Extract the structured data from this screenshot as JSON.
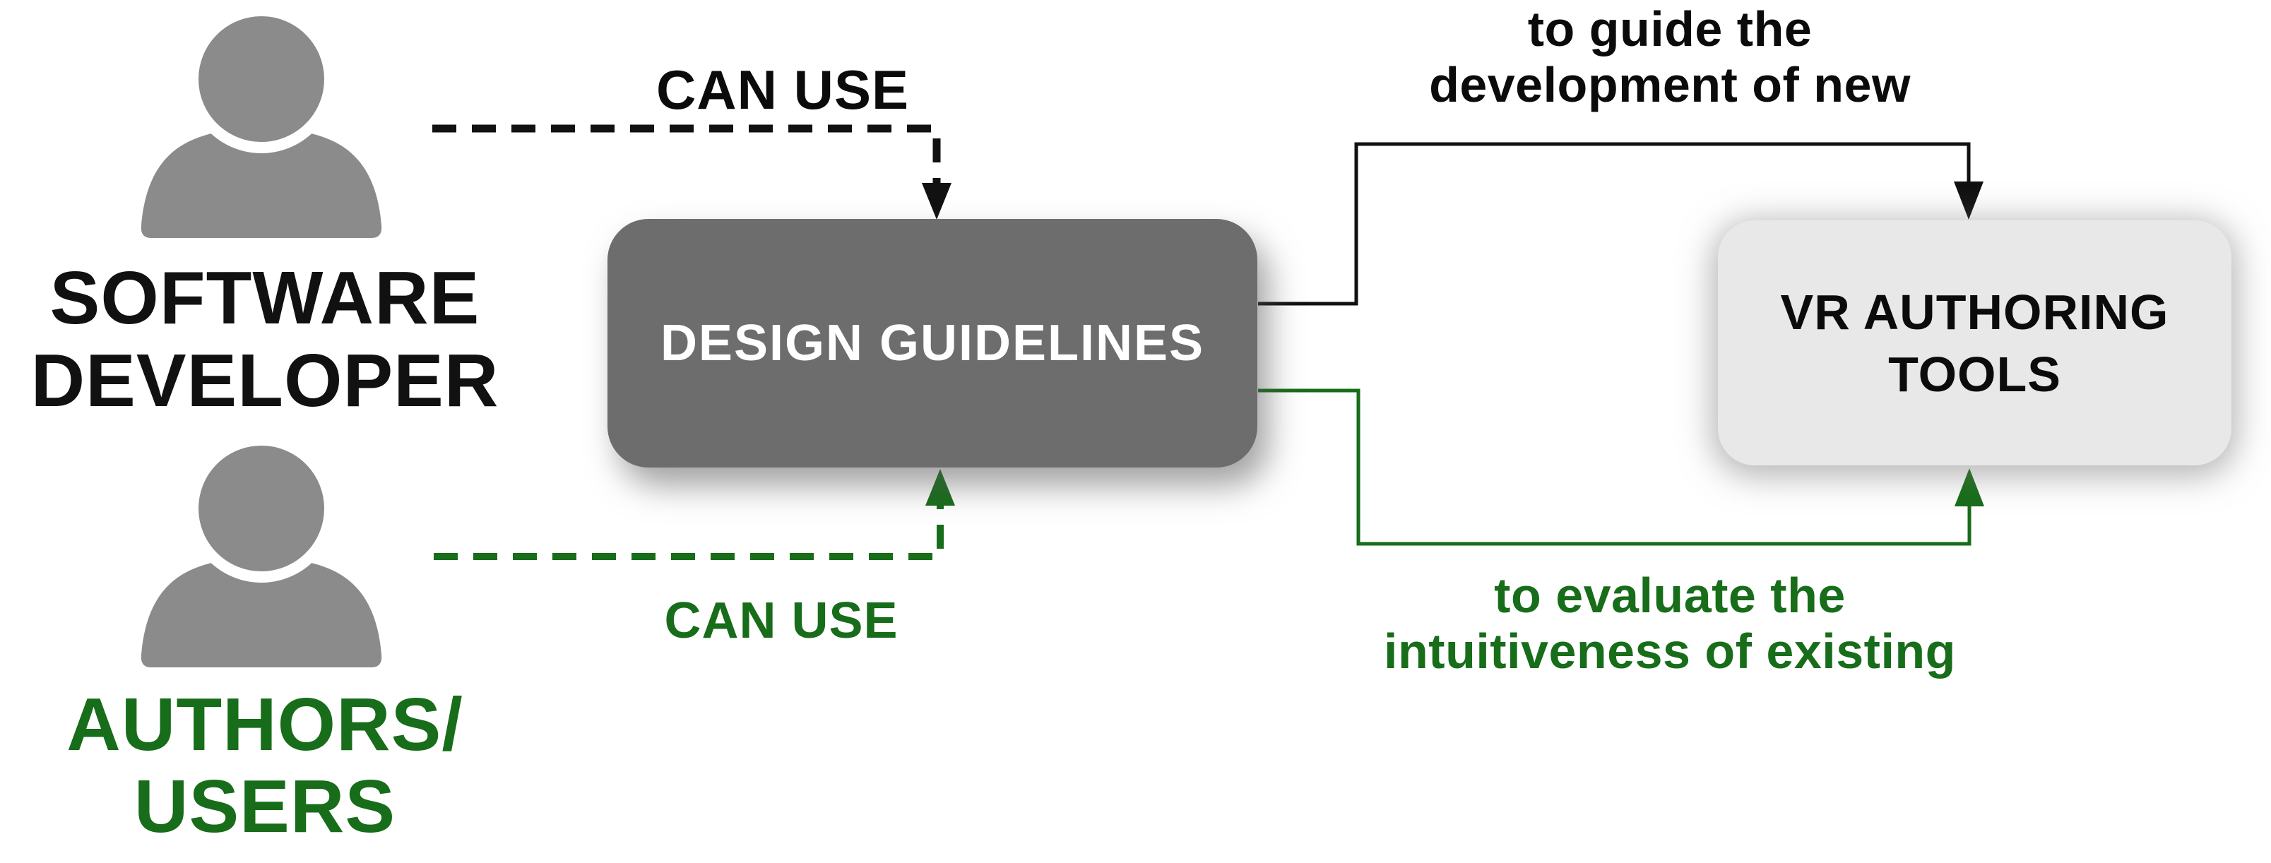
{
  "colors": {
    "green": "#176d19",
    "black": "#111111",
    "person_gray": "#8b8b8b",
    "design_box_bg": "#6d6d6d",
    "design_box_text": "#ffffff",
    "vr_box_bg": "#e8e8e8"
  },
  "actors": {
    "developer": {
      "line1": "SOFTWARE",
      "line2": "DEVELOPER"
    },
    "authors": {
      "line1": "AUTHORS/",
      "line2": "USERS"
    }
  },
  "nodes": {
    "design_guidelines": {
      "label": "DESIGN GUIDELINES"
    },
    "vr_authoring_tools": {
      "line1": "VR AUTHORING",
      "line2": "TOOLS"
    }
  },
  "edges": {
    "developer_can_use": {
      "label": "CAN USE"
    },
    "authors_can_use": {
      "label": "CAN USE"
    },
    "guide_new": {
      "line1": "to guide the",
      "line2": "development of new"
    },
    "evaluate_existing": {
      "line1": "to evaluate the",
      "line2": "intuitiveness of existing"
    }
  }
}
